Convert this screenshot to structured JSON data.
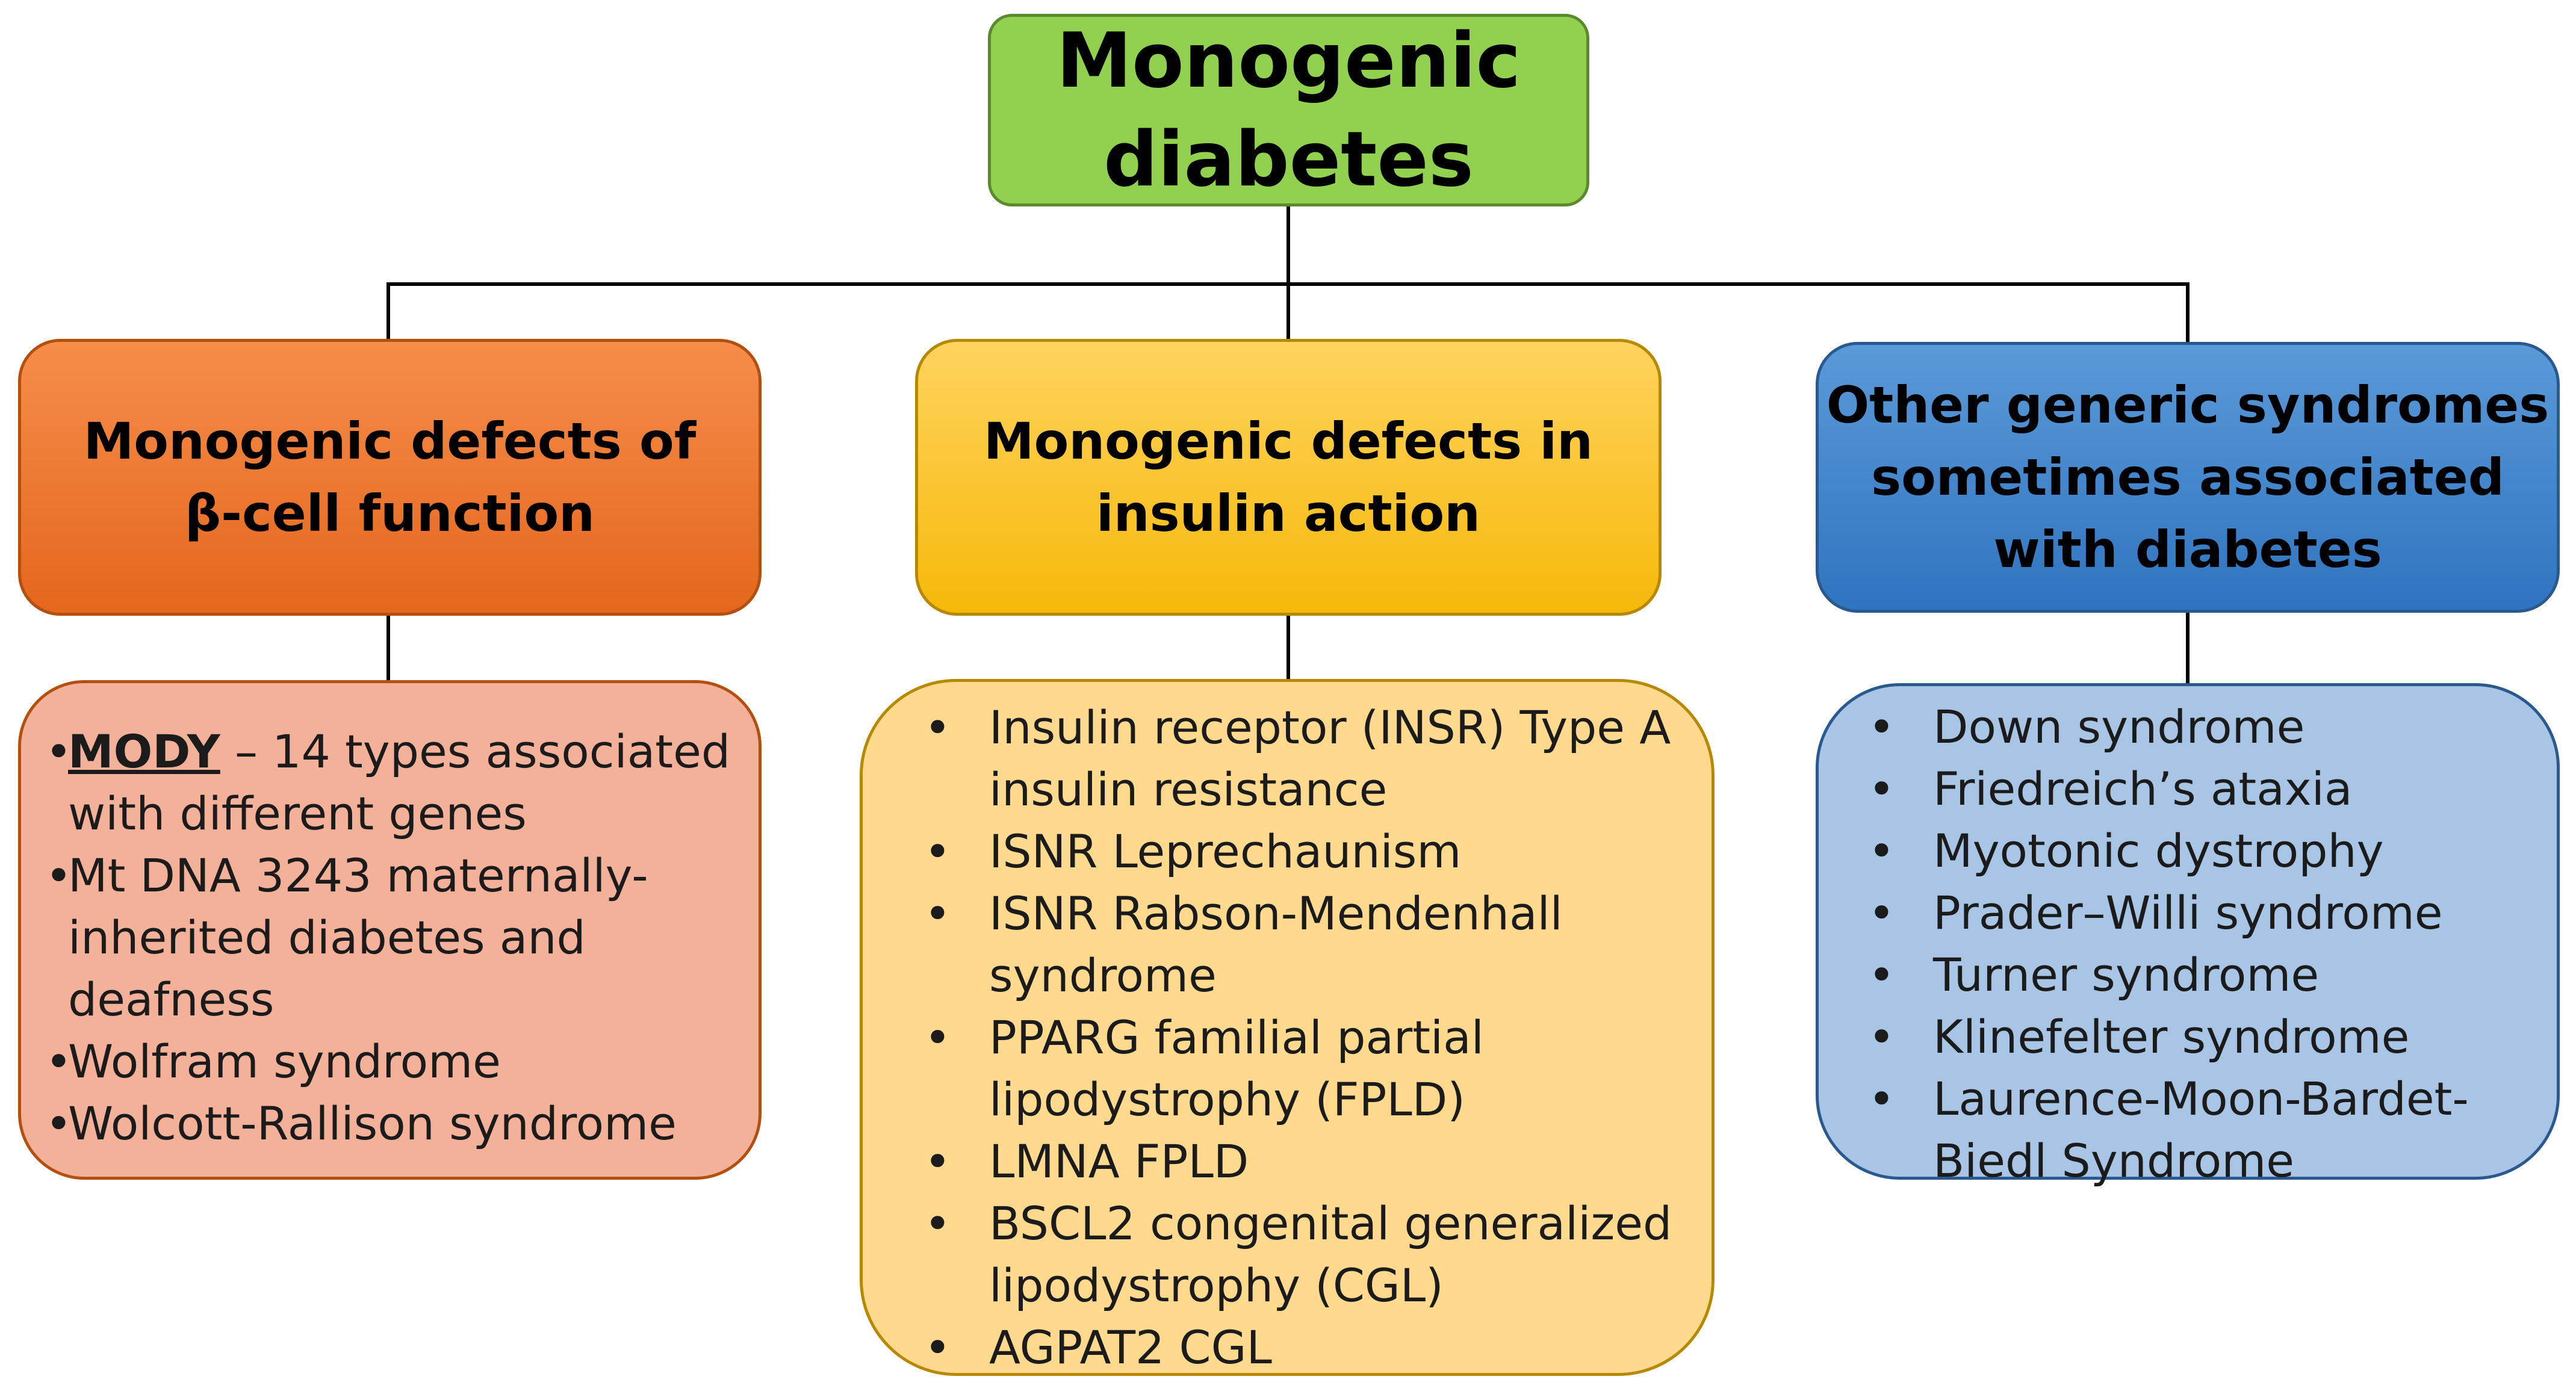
{
  "root": {
    "title": "Monogenic\ndiabetes"
  },
  "categories": [
    {
      "title": "Monogenic defects of\nβ-cell function",
      "color": "#ed7d31",
      "items": [
        {
          "term": "MODY",
          "text": " – 14 types associated with different genes"
        },
        {
          "term": "",
          "text": "Mt DNA 3243 maternally-inherited diabetes and deafness"
        },
        {
          "term": "",
          "text": "Wolfram syndrome"
        },
        {
          "term": "",
          "text": "Wolcott-Rallison syndrome"
        }
      ]
    },
    {
      "title": "Monogenic defects in\ninsulin action",
      "color": "#ffc000",
      "items": [
        "Insulin receptor (INSR) Type A insulin resistance",
        "ISNR Leprechaunism",
        "ISNR Rabson-Mendenhall syndrome",
        "PPARG familial partial lipodystrophy (FPLD)",
        "LMNA FPLD",
        "BSCL2 congenital generalized lipodystrophy (CGL)",
        "AGPAT2 CGL"
      ]
    },
    {
      "title": "Other generic syndromes\nsometimes associated\nwith diabetes",
      "color": "#4a8bd0",
      "items": [
        "Down syndrome",
        "Friedreich’s ataxia",
        "Myotonic dystrophy",
        "Prader–Willi syndrome",
        "Turner syndrome",
        "Klinefelter syndrome",
        "Laurence-Moon-Bardet-Biedl Syndrome"
      ]
    }
  ]
}
